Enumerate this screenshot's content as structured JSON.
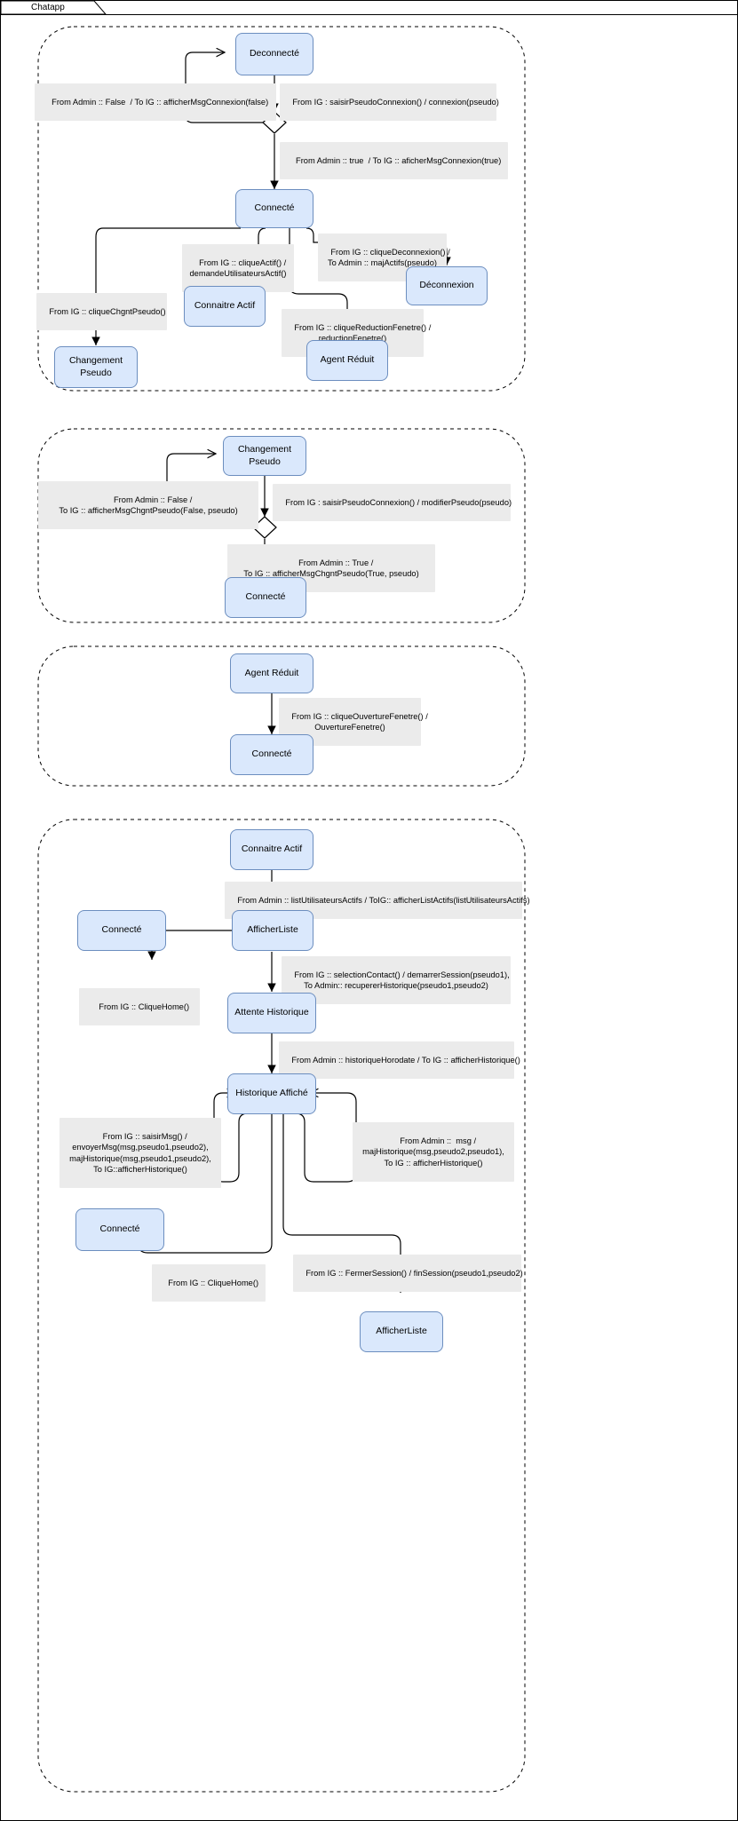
{
  "window": {
    "tab_label": "Chatapp"
  },
  "colors": {
    "state_fill": "#dae8fc",
    "state_stroke": "#6c8ebf",
    "label_bg": "#ebebeb",
    "edge": "#000000",
    "container_border": "#000000",
    "text": "#000000"
  },
  "diagram": {
    "type": "uml-state-machine",
    "regions": [
      {
        "id": "region-connexion",
        "states": [
          {
            "id": "deconnecte",
            "label": "Deconnecté"
          },
          {
            "id": "connecte",
            "label": "Connecté"
          },
          {
            "id": "connaitre-actif",
            "label": "Connaitre Actif"
          },
          {
            "id": "deconnexion",
            "label": "Déconnexion"
          },
          {
            "id": "changement-pseudo",
            "label": "Changement Pseudo"
          },
          {
            "id": "agent-reduit",
            "label": "Agent Réduit"
          }
        ],
        "decisions": [
          {
            "id": "d1"
          }
        ],
        "transitions": [
          {
            "id": "t1",
            "label": "From Admin :: False  / To IG :: afficherMsgConnexion(false)"
          },
          {
            "id": "t2",
            "label": "From IG : saisirPseudoConnexion() / connexion(pseudo)"
          },
          {
            "id": "t3",
            "label": "From Admin :: true  / To IG :: aficherMsgConnexion(true)"
          },
          {
            "id": "t4",
            "label": "From IG :: cliqueActif() /\ndemandeUtilisateursActif()"
          },
          {
            "id": "t5",
            "label": "From IG :: cliqueDeconnexion() /\nTo Admin :: majActifs(pseudo)"
          },
          {
            "id": "t6",
            "label": "From IG :: cliqueChgntPseudo()"
          },
          {
            "id": "t7",
            "label": "From IG :: cliqueReductionFenetre() /\nreductionFenetre()"
          }
        ]
      },
      {
        "id": "region-changement-pseudo",
        "states": [
          {
            "id": "cp-changement-pseudo",
            "label": "Changement Pseudo"
          },
          {
            "id": "cp-connecte",
            "label": "Connecté"
          }
        ],
        "decisions": [
          {
            "id": "d2"
          }
        ],
        "transitions": [
          {
            "id": "t8",
            "label": "From Admin :: False /\nTo IG :: afficherMsgChgntPseudo(False, pseudo)"
          },
          {
            "id": "t9",
            "label": "From IG : saisirPseudoConnexion() / modifierPseudo(pseudo)"
          },
          {
            "id": "t10",
            "label": "From Admin :: True /\nTo IG :: afficherMsgChgntPseudo(True, pseudo)"
          }
        ]
      },
      {
        "id": "region-agent-reduit",
        "states": [
          {
            "id": "ar-agent-reduit",
            "label": "Agent Réduit"
          },
          {
            "id": "ar-connecte",
            "label": "Connecté"
          }
        ],
        "decisions": [],
        "transitions": [
          {
            "id": "t11",
            "label": "From IG :: cliqueOuvertureFenetre() /\nOuvertureFenetre()"
          }
        ]
      },
      {
        "id": "region-session",
        "states": [
          {
            "id": "s-connaitre-actif",
            "label": "Connaitre Actif"
          },
          {
            "id": "s-afficherliste",
            "label": "AfficherListe"
          },
          {
            "id": "s-connecte-1",
            "label": "Connecté"
          },
          {
            "id": "s-attente-historique",
            "label": "Attente Historique"
          },
          {
            "id": "s-historique-affiche",
            "label": "Historique Affiché"
          },
          {
            "id": "s-connecte-2",
            "label": "Connecté"
          },
          {
            "id": "s-afficherliste-2",
            "label": "AfficherListe"
          }
        ],
        "decisions": [],
        "transitions": [
          {
            "id": "t12",
            "label": "From Admin :: listUtilisateursActifs / ToIG:: afficherListActifs(listUtilisateursActifs)"
          },
          {
            "id": "t13",
            "label": "From IG :: CliqueHome()"
          },
          {
            "id": "t14",
            "label": "From IG :: selectionContact() / demarrerSession(pseudo1),\nTo Admin:: recupererHistorique(pseudo1,pseudo2)"
          },
          {
            "id": "t15",
            "label": "From Admin :: historiqueHorodate / To IG :: afficherHistorique()"
          },
          {
            "id": "t16",
            "label": "From IG :: saisirMsg() /\nenvoyerMsg(msg,pseudo1,pseudo2),\nmajHistorique(msg,pseudo1,pseudo2),\nTo IG::afficherHistorique()"
          },
          {
            "id": "t17",
            "label": "From Admin ::  msg /\nmajHistorique(msg,pseudo2,pseudo1),\nTo IG :: afficherHistorique()"
          },
          {
            "id": "t18",
            "label": "From IG :: CliqueHome()"
          },
          {
            "id": "t19",
            "label": "From IG :: FermerSession() / finSession(pseudo1,pseudo2)"
          }
        ]
      }
    ]
  }
}
